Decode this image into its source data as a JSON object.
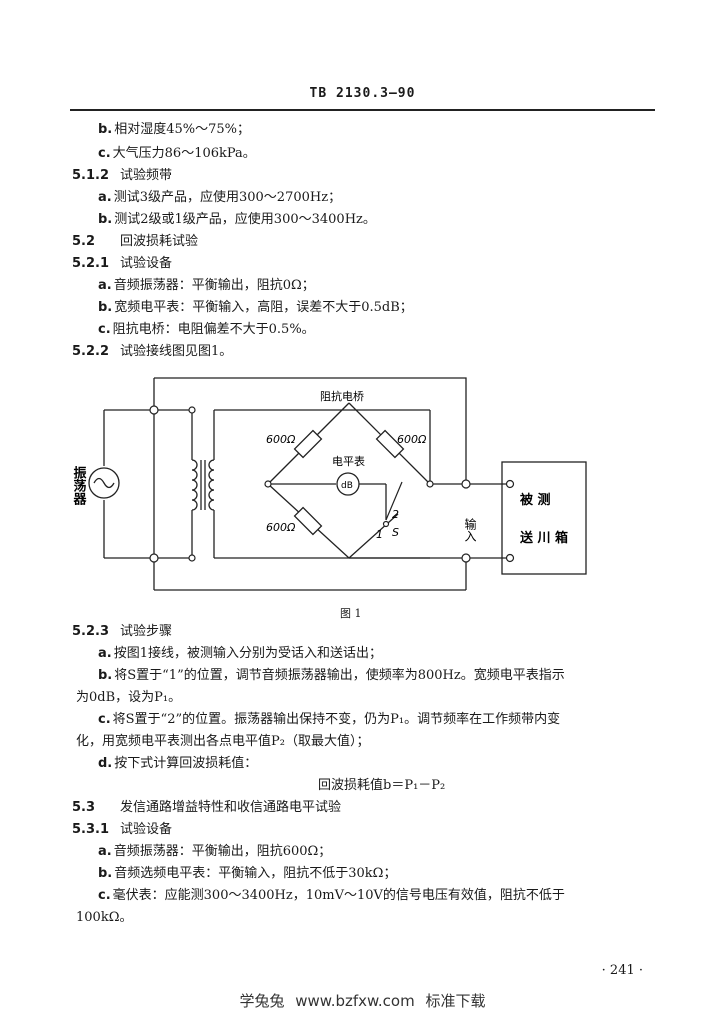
{
  "header": "TB 2130.3—90",
  "lines": [
    {
      "num": "",
      "label": "b.",
      "text": "相对湿度45%～75%；"
    },
    {
      "num": "",
      "label": "c.",
      "text": "大气压力86～106kPa。"
    },
    {
      "num": "5.1.2",
      "label": "",
      "text": "试验频带"
    },
    {
      "num": "",
      "label": "a.",
      "text": "测试3级产品，应使用300～2700Hz；"
    },
    {
      "num": "",
      "label": "b.",
      "text": "测试2级或1级产品，应使用300～3400Hz。"
    },
    {
      "num": "5.2",
      "label": "",
      "text": "回波损耗试验"
    },
    {
      "num": "5.2.1",
      "label": "",
      "text": "试验设备"
    },
    {
      "num": "",
      "label": "a.",
      "text": "音频振荡器：平衡输出，阻抗0Ω；"
    },
    {
      "num": "",
      "label": "b.",
      "text": "宽频电平表：平衡输入，高阻，误差不大于0.5dB；"
    },
    {
      "num": "",
      "label": "c.",
      "text": "阻抗电桥：电阻偏差不大于0.5%。"
    },
    {
      "num": "5.2.2",
      "label": "",
      "text": "试验接线图见图1。"
    }
  ],
  "figure": {
    "caption": "图 1",
    "bridge_title": "阻抗电桥",
    "oscillator": "振荡器",
    "meter_label": "电平表",
    "meter_symbol": "dB",
    "r1": "600Ω",
    "r2": "600Ω",
    "r3": "600Ω",
    "input_label": "输入",
    "dut_label_1": "被 测",
    "dut_label_2": "送 川 箱",
    "switch_1": "1",
    "switch_2": "2",
    "switch_s": "S"
  },
  "lines2": [
    {
      "num": "5.2.3",
      "label": "",
      "text": "试验步骤"
    },
    {
      "num": "",
      "label": "a.",
      "text": "按图1接线，被测输入分别为受话入和送话出；"
    },
    {
      "num": "",
      "label": "b.",
      "text": "将S置于“1”的位置，调节音频振荡器输出，使频率为800Hz。宽频电平表指示"
    },
    {
      "num": "",
      "label": "",
      "text": "为0dB，设为P₁。"
    },
    {
      "num": "",
      "label": "c.",
      "text": "将S置于“2”的位置。振荡器输出保持不变，仍为P₁。调节频率在工作频带内变"
    },
    {
      "num": "",
      "label": "",
      "text": "化，用宽频电平表测出各点电平值P₂（取最大值）；"
    },
    {
      "num": "",
      "label": "d.",
      "text": "按下式计算回波损耗值："
    },
    {
      "num": "",
      "label": "",
      "text": "回波损耗值b＝P₁－P₂"
    },
    {
      "num": "5.3",
      "label": "",
      "text": "发信通路增益特性和收信通路电平试验"
    },
    {
      "num": "5.3.1",
      "label": "",
      "text": "试验设备"
    },
    {
      "num": "",
      "label": "a.",
      "text": "音频振荡器：平衡输出，阻抗600Ω；"
    },
    {
      "num": "",
      "label": "b.",
      "text": "音频选频电平表：平衡输入，阻抗不低于30kΩ；"
    },
    {
      "num": "",
      "label": "c.",
      "text": "毫伏表：应能测300～3400Hz，10mV～10V的信号电压有效值，阻抗不低于"
    },
    {
      "num": "",
      "label": "",
      "text": "100kΩ。"
    }
  ],
  "page_number": "· 241 ·",
  "footer": "学兔兔   www.bzfxw.com   标准下载"
}
